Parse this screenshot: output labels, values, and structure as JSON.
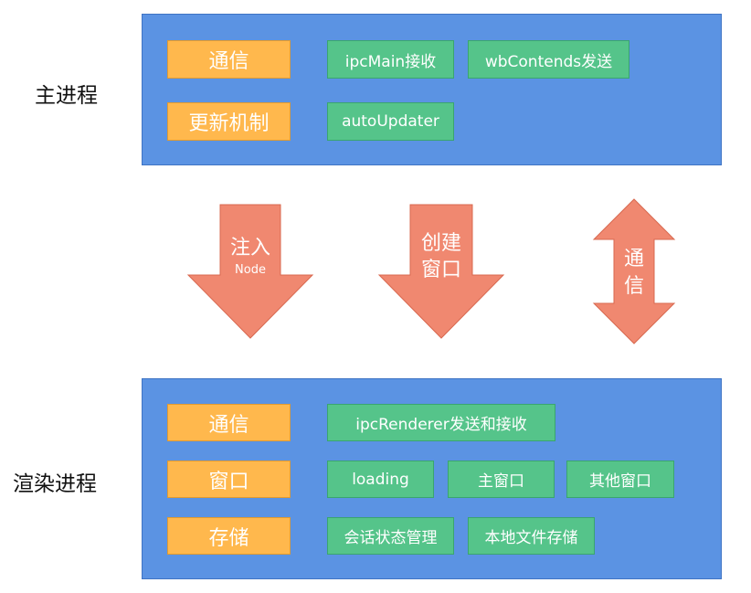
{
  "main_process": {
    "label": "主进程",
    "rows": [
      {
        "category": "通信",
        "items": [
          "ipcMain接收",
          "wbContends发送"
        ]
      },
      {
        "category": "更新机制",
        "items": [
          "autoUpdater"
        ]
      }
    ]
  },
  "arrows": {
    "inject": {
      "label": "注入",
      "sub": "Node"
    },
    "create_window": {
      "line1": "创建",
      "line2": "窗口"
    },
    "communicate": {
      "line1": "通",
      "line2": "信"
    }
  },
  "render_process": {
    "label": "渲染进程",
    "rows": [
      {
        "category": "通信",
        "items": [
          "ipcRenderer发送和接收"
        ]
      },
      {
        "category": "窗口",
        "items": [
          "loading",
          "主窗口",
          "其他窗口"
        ]
      },
      {
        "category": "存储",
        "items": [
          "会话状态管理",
          "本地文件存储"
        ]
      }
    ]
  },
  "colors": {
    "panel": "#5b93e3",
    "category": "#ffb84d",
    "item": "#55c48a",
    "arrow": "#f08870"
  }
}
